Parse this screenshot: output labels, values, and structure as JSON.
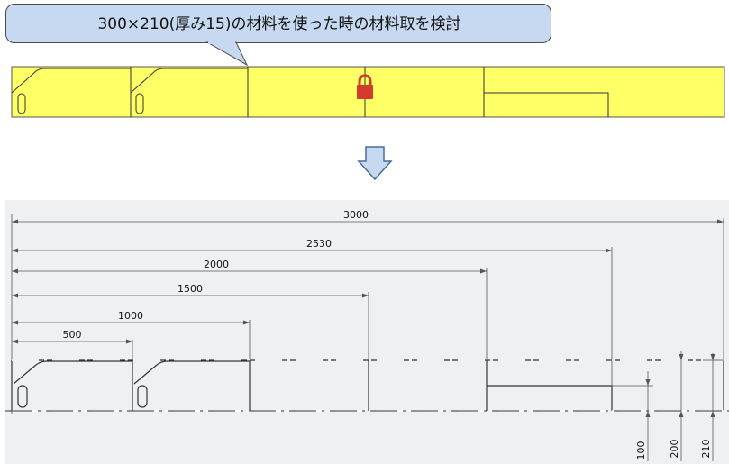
{
  "callout": {
    "text": "300×210(厚み15)の材料を使った時の材料取を検討"
  },
  "colors": {
    "callout_fill": "#c6d9f0",
    "material_fill": "#ffff66",
    "drawing_bg": "#eef0f2",
    "lock": "#d23b2e",
    "arrow_fill": "#c6d9f0",
    "arrow_stroke": "#4a6a96"
  },
  "icons": {
    "top_lock": "lock-icon",
    "down_arrow": "down-arrow-icon"
  },
  "drawing": {
    "horizontal_dimensions": [
      "500",
      "1000",
      "1500",
      "2000",
      "2530",
      "3000"
    ],
    "vertical_dimensions": [
      "100",
      "200",
      "210"
    ]
  }
}
